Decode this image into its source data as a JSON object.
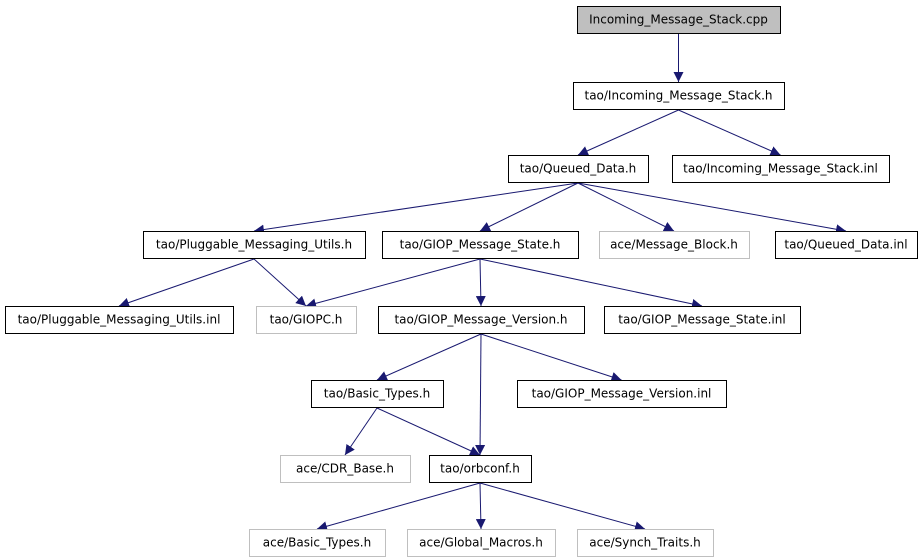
{
  "colors": {
    "edge": "#191970",
    "root_fill": "#bfbfbf",
    "border": "#000000",
    "missing_border": "#bfbfbf",
    "fill": "#ffffff"
  },
  "nodes": {
    "incoming_cpp": {
      "label": "Incoming_Message_Stack.cpp",
      "style": "root"
    },
    "incoming_h": {
      "label": "tao/Incoming_Message_Stack.h",
      "style": "normal"
    },
    "queued_data_h": {
      "label": "tao/Queued_Data.h",
      "style": "normal"
    },
    "incoming_inl": {
      "label": "tao/Incoming_Message_Stack.inl",
      "style": "normal"
    },
    "pluggable_h": {
      "label": "tao/Pluggable_Messaging_Utils.h",
      "style": "normal"
    },
    "giop_state_h": {
      "label": "tao/GIOP_Message_State.h",
      "style": "normal"
    },
    "message_block_h": {
      "label": "ace/Message_Block.h",
      "style": "missing"
    },
    "queued_data_inl": {
      "label": "tao/Queued_Data.inl",
      "style": "normal"
    },
    "pluggable_inl": {
      "label": "tao/Pluggable_Messaging_Utils.inl",
      "style": "normal"
    },
    "giopc_h": {
      "label": "tao/GIOPC.h",
      "style": "missing"
    },
    "giop_version_h": {
      "label": "tao/GIOP_Message_Version.h",
      "style": "normal"
    },
    "giop_state_inl": {
      "label": "tao/GIOP_Message_State.inl",
      "style": "normal"
    },
    "basic_types_tao": {
      "label": "tao/Basic_Types.h",
      "style": "normal"
    },
    "giop_version_inl": {
      "label": "tao/GIOP_Message_Version.inl",
      "style": "normal"
    },
    "cdr_base_h": {
      "label": "ace/CDR_Base.h",
      "style": "missing"
    },
    "orbconf_h": {
      "label": "tao/orbconf.h",
      "style": "normal"
    },
    "basic_types_ace": {
      "label": "ace/Basic_Types.h",
      "style": "missing"
    },
    "global_macros_h": {
      "label": "ace/Global_Macros.h",
      "style": "missing"
    },
    "synch_traits_h": {
      "label": "ace/Synch_Traits.h",
      "style": "missing"
    }
  },
  "edges": [
    [
      "incoming_cpp",
      "incoming_h"
    ],
    [
      "incoming_h",
      "queued_data_h"
    ],
    [
      "incoming_h",
      "incoming_inl"
    ],
    [
      "queued_data_h",
      "pluggable_h"
    ],
    [
      "queued_data_h",
      "giop_state_h"
    ],
    [
      "queued_data_h",
      "message_block_h"
    ],
    [
      "queued_data_h",
      "queued_data_inl"
    ],
    [
      "pluggable_h",
      "pluggable_inl"
    ],
    [
      "pluggable_h",
      "giopc_h"
    ],
    [
      "giop_state_h",
      "giopc_h"
    ],
    [
      "giop_state_h",
      "giop_version_h"
    ],
    [
      "giop_state_h",
      "giop_state_inl"
    ],
    [
      "giop_version_h",
      "basic_types_tao"
    ],
    [
      "giop_version_h",
      "giop_version_inl"
    ],
    [
      "giop_version_h",
      "orbconf_h"
    ],
    [
      "basic_types_tao",
      "cdr_base_h"
    ],
    [
      "basic_types_tao",
      "orbconf_h"
    ],
    [
      "orbconf_h",
      "basic_types_ace"
    ],
    [
      "orbconf_h",
      "global_macros_h"
    ],
    [
      "orbconf_h",
      "synch_traits_h"
    ]
  ]
}
